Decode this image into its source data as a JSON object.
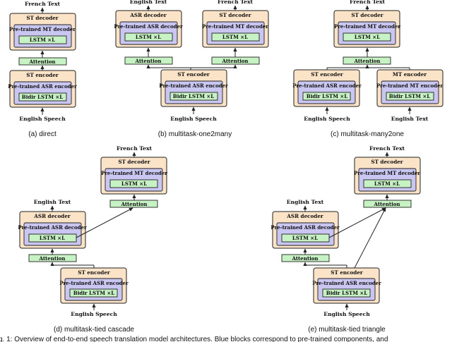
{
  "labels": {
    "french_text": "French Text",
    "english_text": "English Text",
    "english_speech": "English Speech",
    "st_decoder": "ST decoder",
    "asr_decoder": "ASR decoder",
    "st_encoder": "ST encoder",
    "mt_encoder": "MT encoder",
    "pt_mt_decoder": "Pre-trained MT decoder",
    "pt_asr_decoder": "Pre-trained ASR decoder",
    "pt_asr_encoder": "Pre-trained ASR encoder",
    "pt_mt_encoder": "Pre-trained MT encoder",
    "lstm": "LSTM ×L",
    "bidir_lstm": "Bidir LSTM ×L",
    "attention": "Attention"
  },
  "captions": {
    "a": "(a) direct",
    "b": "(b) multitask-one2many",
    "c": "(c) multitask-many2one",
    "d": "(d) multitask-tied cascade",
    "e": "(e) multitask-tied triangle"
  },
  "figure_caption": "g. 1: Overview of end-to-end speech translation model architectures. Blue blocks correspond to pre-trained components, and"
}
